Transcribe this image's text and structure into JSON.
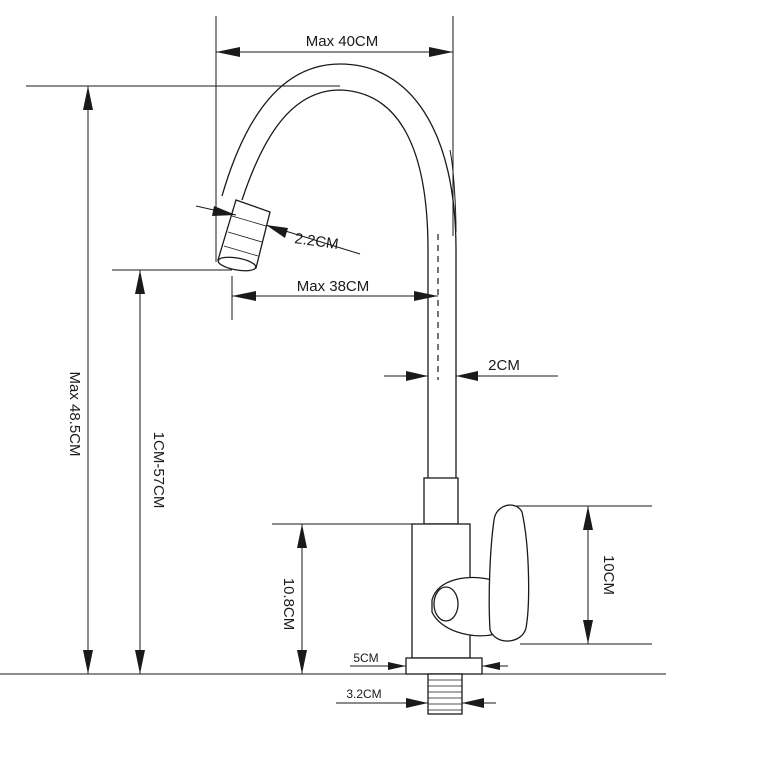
{
  "diagram": {
    "subject": "kitchen faucet dimension drawing",
    "line_color": "#1a1a1a",
    "background": "#ffffff",
    "dimensions": {
      "max_reach_top": "Max 40CM",
      "nozzle_diameter": "2.2CM",
      "max_reach_spout": "Max 38CM",
      "spout_tube_diameter": "2CM",
      "total_height": "Max 48.5CM",
      "spout_clearance": "1CM-57CM",
      "body_height": "10.8CM",
      "handle_height": "10CM",
      "base_diameter": "5CM",
      "thread_diameter": "3.2CM"
    }
  }
}
